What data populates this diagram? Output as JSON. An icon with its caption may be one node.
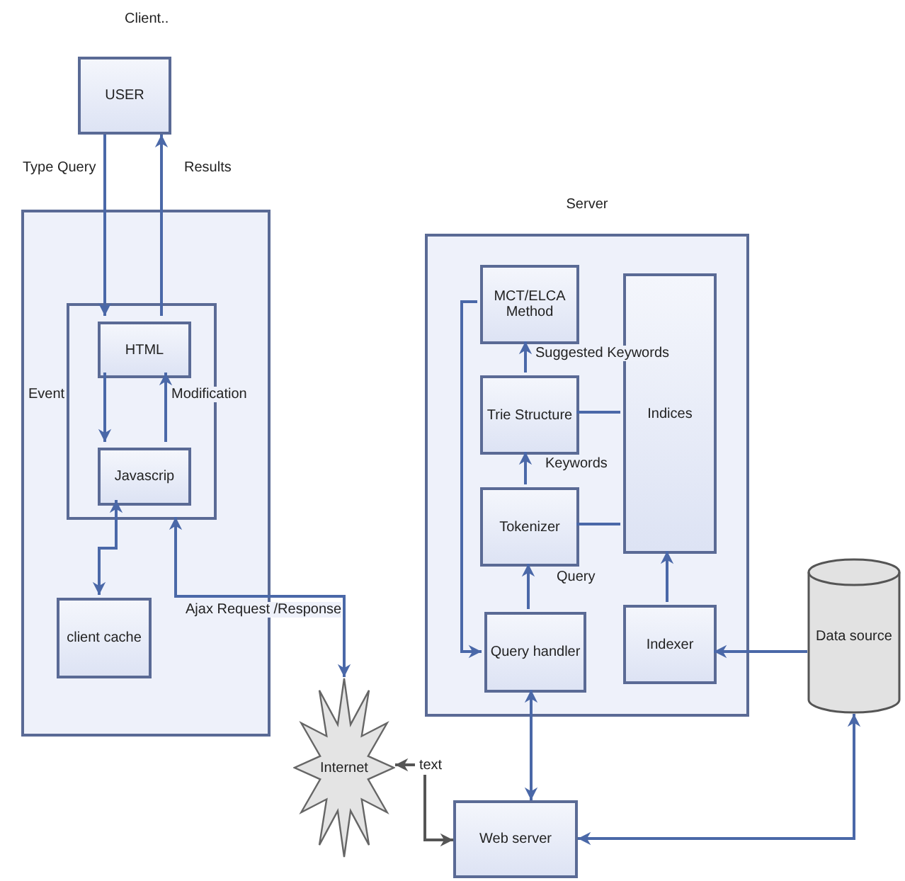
{
  "diagram": {
    "nodes": [
      {
        "text": [],
        "shape": "box"
      },
      {
        "text": [
          "USER"
        ]
      },
      {
        "text": [],
        "shape": "box",
        "in": 0
      },
      {
        "text": [
          "HTML"
        ],
        "in": 2
      },
      {
        "text": [
          "Javascrip"
        ],
        "in": 2
      },
      {
        "text": [
          "client cache"
        ],
        "in": 0
      },
      {
        "text": [
          "Internet"
        ]
      },
      {
        "text": [
          "Server"
        ]
      },
      {
        "text": [
          "MCT/ELCA Method"
        ],
        "in": 7
      },
      {
        "text": [
          "Trie Structure"
        ],
        "in": 7
      },
      {
        "text": [
          "Indices"
        ],
        "in": 7
      },
      {
        "text": [
          "Tokenizer"
        ],
        "in": 7
      },
      {
        "text": [
          "Query handler"
        ],
        "in": 7
      },
      {
        "text": [
          "Indexer"
        ],
        "in": 7
      },
      {
        "text": [
          "Data source"
        ]
      },
      {
        "text": [
          "Web server"
        ]
      },
      {
        "text": [
          "text"
        ]
      }
    ],
    "edges": [
      {
        "from": 1,
        "to": 3,
        "arrow": "to",
        "label": "Type Query"
      },
      {
        "from": 3,
        "to": 1,
        "arrow": "to",
        "label": "Results"
      },
      {
        "from": 3,
        "to": 4,
        "arrow": "to",
        "label": "Event"
      },
      {
        "from": 4,
        "to": 3,
        "arrow": "to",
        "label": "Modification"
      },
      {
        "from": 4,
        "to": 5,
        "arrow": "both"
      },
      {
        "from": 2,
        "to": 6,
        "arrow": "both",
        "label": "Ajax Request /Response"
      },
      {
        "from": 8,
        "to": 12,
        "arrow": "to"
      },
      {
        "from": 12,
        "to": 11,
        "arrow": "to",
        "label": "Query"
      },
      {
        "from": 11,
        "to": 9,
        "arrow": "to",
        "label": "Keywords"
      },
      {
        "from": 9,
        "to": 8,
        "arrow": "to",
        "label": "Suggested Keywords"
      },
      {
        "from": 9,
        "to": 10,
        "arrow": "none"
      },
      {
        "from": 11,
        "to": 10,
        "arrow": "none"
      },
      {
        "from": 13,
        "to": 10,
        "arrow": "to"
      },
      {
        "from": 14,
        "to": 13,
        "arrow": "to"
      },
      {
        "from": 12,
        "to": 15,
        "arrow": "both"
      },
      {
        "from": 15,
        "to": 14,
        "arrow": "both"
      },
      {
        "from": 16,
        "to": 6,
        "arrow": "to",
        "color": "#555555"
      },
      {
        "from": 16,
        "to": 15,
        "arrow": "to",
        "color": "#555555"
      }
    ],
    "labels": [
      "Client.."
    ]
  }
}
